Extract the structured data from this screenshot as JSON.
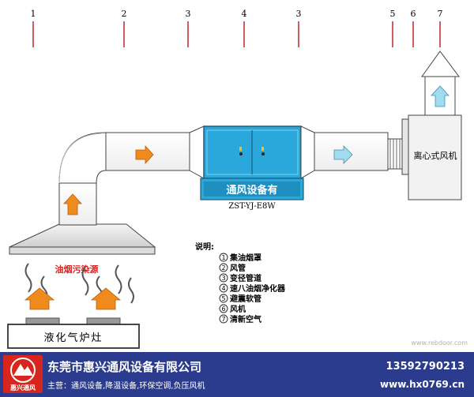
{
  "top_markers": [
    "1",
    "2",
    "3",
    "4",
    "3",
    "5",
    "6",
    "7"
  ],
  "model_code": "ZST-YJ-E8W",
  "panel_label": "通风设备有",
  "blower_label": "离心式风机",
  "hood_label": "油烟污染源",
  "stove_label": "液化气炉灶",
  "legend": {
    "title": "说明:",
    "items": [
      {
        "num": "1",
        "text": "集油烟罩"
      },
      {
        "num": "2",
        "text": "风管"
      },
      {
        "num": "3",
        "text": "变径管道"
      },
      {
        "num": "4",
        "text": "速八油烟净化器"
      },
      {
        "num": "5",
        "text": "避震软管"
      },
      {
        "num": "6",
        "text": "风机"
      },
      {
        "num": "7",
        "text": "清新空气"
      }
    ]
  },
  "watermark": "www.rebdoor.com",
  "footer": {
    "logo_text": "惠兴通风",
    "company": "东莞市惠兴通风设备有限公司",
    "business": "主营：通风设备,降温设备,环保空调,负压风机",
    "phone": "13592790213",
    "website": "www.hx0769.cn"
  },
  "colors": {
    "duct": "#ffffff",
    "purifier": "#2aa8dc",
    "flow_arrow_hot": "#f08a1c",
    "flow_arrow_clean": "#9fdcf0",
    "footer_bg": "#2b3b8e",
    "logo_bg": "#d7261e",
    "marker_line": "#c0282a"
  }
}
